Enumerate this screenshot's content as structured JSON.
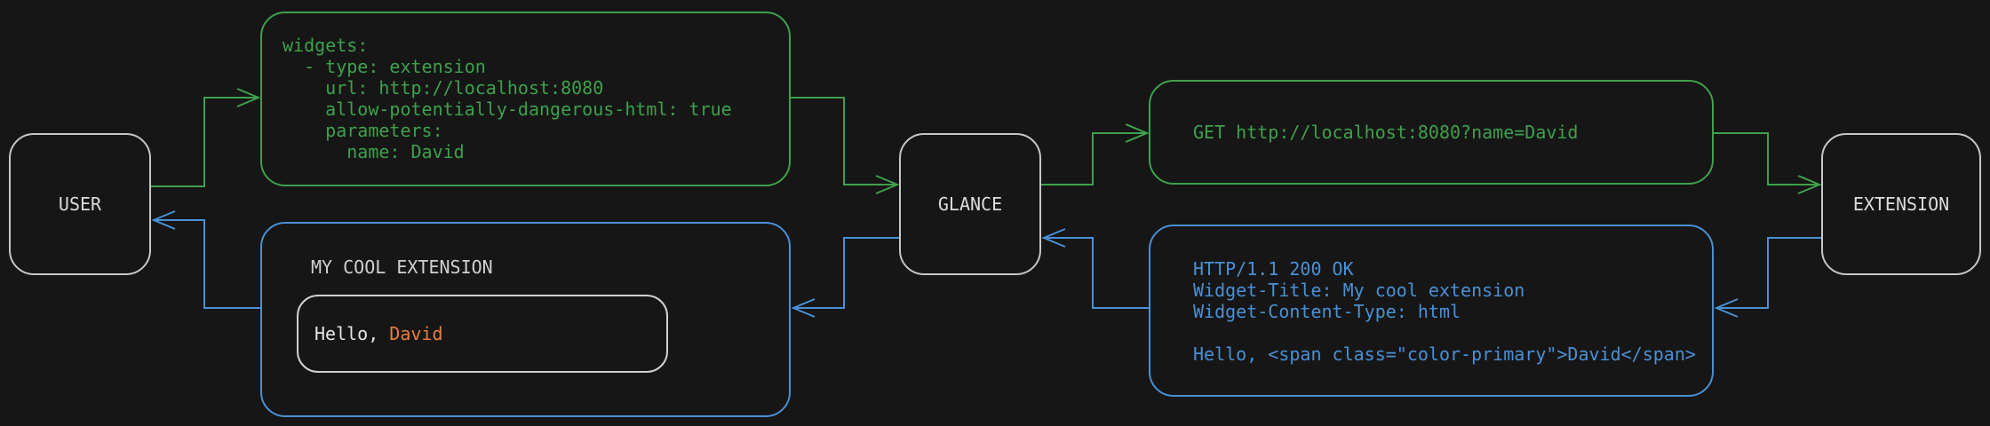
{
  "colors": {
    "background": "#161616",
    "request_green": "#3ea04c",
    "response_blue": "#4a90d5",
    "neutral_border": "#c6c6c6",
    "accent_orange": "#e8803d"
  },
  "nodes": {
    "user": {
      "label": "USER"
    },
    "glance": {
      "label": "GLANCE"
    },
    "extension": {
      "label": "EXTENSION"
    }
  },
  "config_box": {
    "lines": [
      "widgets:",
      "  - type: extension",
      "    url: http://localhost:8080",
      "    allow-potentially-dangerous-html: true",
      "    parameters:",
      "      name: David"
    ]
  },
  "request_box": {
    "text": "GET http://localhost:8080?name=David"
  },
  "response_box": {
    "lines": [
      "HTTP/1.1 200 OK",
      "Widget-Title: My cool extension",
      "Widget-Content-Type: html",
      "",
      "Hello, <span class=\"color-primary\">David</span>"
    ]
  },
  "widget_box": {
    "title": "MY COOL EXTENSION",
    "greeting_prefix": "Hello, ",
    "greeting_name": "David"
  }
}
